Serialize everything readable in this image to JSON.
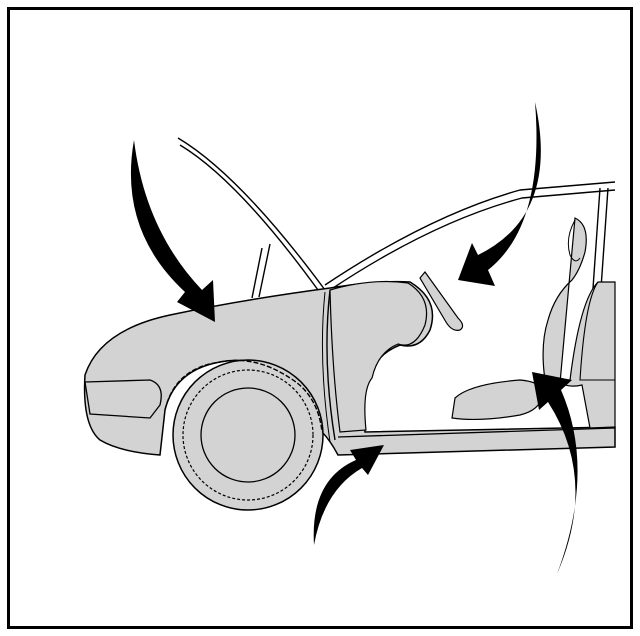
{
  "diagram": {
    "subject": "car-body-service-locations",
    "colors": {
      "border": "#000000",
      "body_fill": "#d3d3d3",
      "outline": "#000000",
      "arrow": "#000000",
      "background": "#ffffff"
    },
    "arrows": [
      {
        "id": "arrow-front-fender",
        "points_to": "front-fender"
      },
      {
        "id": "arrow-dashboard",
        "points_to": "dashboard-cowl"
      },
      {
        "id": "arrow-rocker-front",
        "points_to": "front-rocker-panel"
      },
      {
        "id": "arrow-b-pillar",
        "points_to": "b-pillar-base"
      }
    ]
  }
}
